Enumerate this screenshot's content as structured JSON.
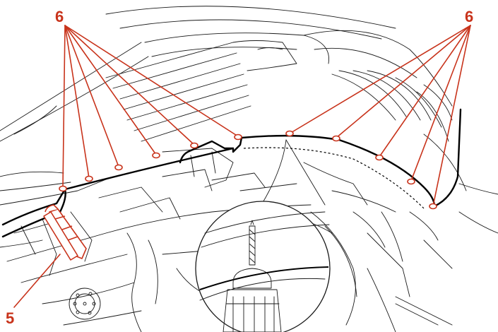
{
  "diagram": {
    "accent_color": "#c8331b",
    "callouts": [
      {
        "label": "6",
        "id": "callout-6-left"
      },
      {
        "label": "6",
        "id": "callout-6-right"
      },
      {
        "label": "5",
        "id": "callout-5"
      }
    ],
    "detail_view": "drill-bit-detail",
    "icons": [
      "clip-icon",
      "drill-bit-icon",
      "trim-removal-tool-icon"
    ]
  }
}
